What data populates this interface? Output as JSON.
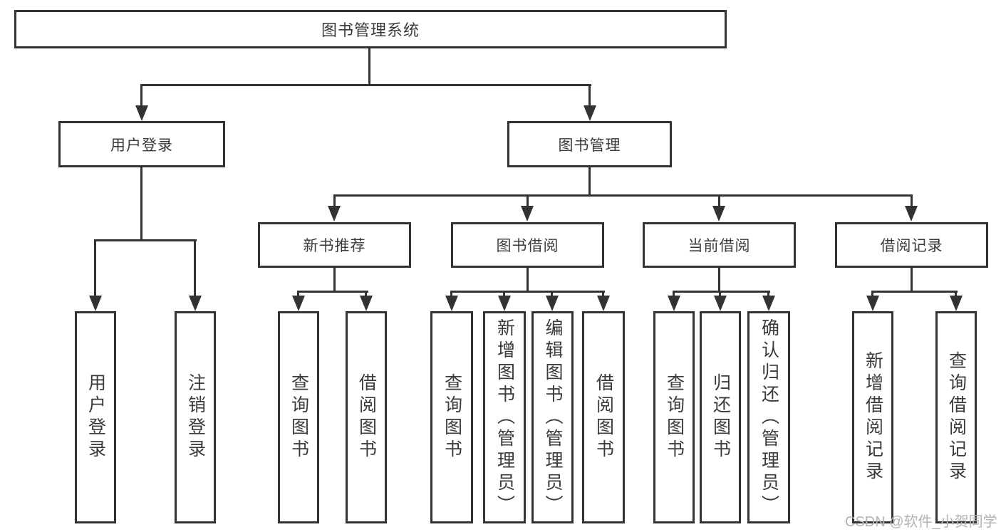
{
  "tree": {
    "root": {
      "label": "图书管理系统",
      "children": [
        {
          "label": "用户登录",
          "children": [
            {
              "label": "用户登录"
            },
            {
              "label": "注销登录"
            }
          ]
        },
        {
          "label": "图书管理",
          "children": [
            {
              "label": "新书推荐",
              "children": [
                {
                  "label": "查询图书"
                },
                {
                  "label": "借阅图书"
                }
              ]
            },
            {
              "label": "图书借阅",
              "children": [
                {
                  "label": "查询图书"
                },
                {
                  "label": "新增图书（管理员）"
                },
                {
                  "label": "编辑图书（管理员）"
                },
                {
                  "label": "借阅图书"
                }
              ]
            },
            {
              "label": "当前借阅",
              "children": [
                {
                  "label": "查询图书"
                },
                {
                  "label": "归还图书"
                },
                {
                  "label": "确认归还（管理员）"
                }
              ]
            },
            {
              "label": "借阅记录",
              "children": [
                {
                  "label": "新增借阅记录"
                },
                {
                  "label": "查询借阅记录"
                }
              ]
            }
          ]
        }
      ]
    }
  },
  "watermark": {
    "text": "CSDN @软件_小贺同学"
  },
  "colors": {
    "line": "#333333",
    "box_border": "#333333",
    "text": "#3a3a3a",
    "background": "#ffffff",
    "watermark": "#b3b3b3"
  }
}
